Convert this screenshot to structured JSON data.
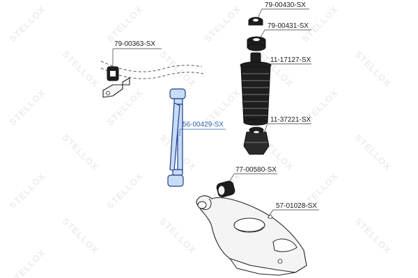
{
  "watermark": {
    "text": "STELLOX"
  },
  "parts": [
    {
      "id": "stabilizer-bushing",
      "code": "79-00363-SX",
      "highlight": false
    },
    {
      "id": "stabilizer-link",
      "code": "56-00429-SX",
      "highlight": true
    },
    {
      "id": "top-washer",
      "code": "79-00430-SX",
      "highlight": false
    },
    {
      "id": "mount-bushing",
      "code": "79-00431-SX",
      "highlight": false
    },
    {
      "id": "dust-boot",
      "code": "11-17127-SX",
      "highlight": false
    },
    {
      "id": "bump-stop",
      "code": "11-37221-SX",
      "highlight": false
    },
    {
      "id": "arm-bushing",
      "code": "77-00580-SX",
      "highlight": false
    },
    {
      "id": "control-arm",
      "code": "57-01028-SX",
      "highlight": false
    }
  ],
  "colors": {
    "highlight": "#2f5fb0",
    "line": "#222222",
    "dark": "#1e1e1e"
  }
}
